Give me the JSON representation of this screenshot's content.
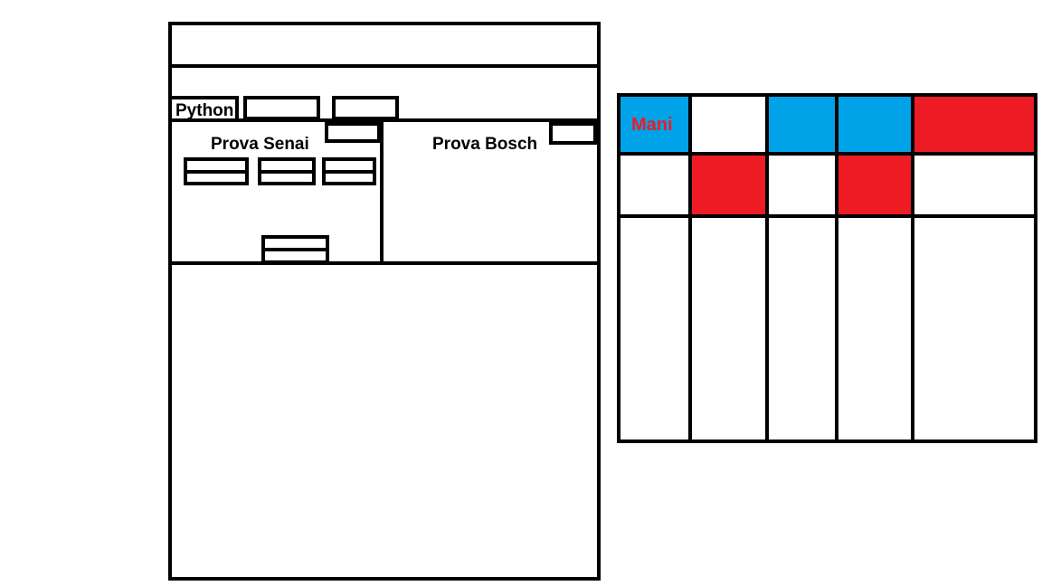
{
  "mockup": {
    "tabs": [
      {
        "label": "Python"
      },
      {
        "label": ""
      },
      {
        "label": ""
      }
    ],
    "panels": [
      {
        "title": "Prova Senai"
      },
      {
        "title": "Prova Bosch"
      }
    ]
  },
  "grid": {
    "colors": {
      "blue": "#00a2e8",
      "red": "#ed1c24",
      "white": "#ffffff"
    },
    "first_cell_label": "Mani",
    "rows": [
      [
        "blue",
        "white",
        "blue",
        "blue",
        "red"
      ],
      [
        "white",
        "red",
        "white",
        "red",
        "white"
      ],
      [
        "white",
        "white",
        "white",
        "white",
        "white"
      ]
    ]
  }
}
